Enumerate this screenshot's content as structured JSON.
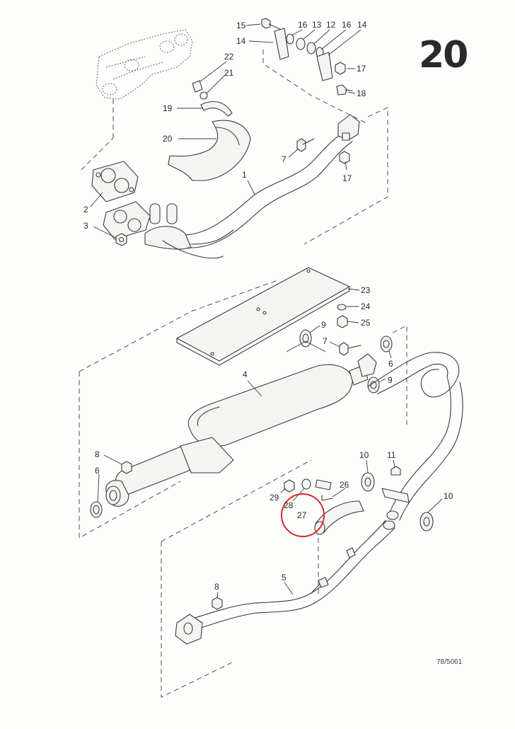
{
  "page_number": "20",
  "drawing_ref": "78/5061",
  "highlight_color": "#d9262b",
  "line_color": "#3a3a3a",
  "callouts": [
    {
      "id": "c15",
      "text": "15"
    },
    {
      "id": "c16a",
      "text": "16"
    },
    {
      "id": "c13",
      "text": "13"
    },
    {
      "id": "c12",
      "text": "12"
    },
    {
      "id": "c16b",
      "text": "16"
    },
    {
      "id": "c14a",
      "text": "14"
    },
    {
      "id": "c14b",
      "text": "14"
    },
    {
      "id": "c17a",
      "text": "17"
    },
    {
      "id": "c18",
      "text": "18"
    },
    {
      "id": "c22",
      "text": "22"
    },
    {
      "id": "c21",
      "text": "21"
    },
    {
      "id": "c19",
      "text": "19"
    },
    {
      "id": "c20",
      "text": "20"
    },
    {
      "id": "c7a",
      "text": "7"
    },
    {
      "id": "c17b",
      "text": "17"
    },
    {
      "id": "c1",
      "text": "1"
    },
    {
      "id": "c2",
      "text": "2"
    },
    {
      "id": "c3",
      "text": "3"
    },
    {
      "id": "c23",
      "text": "23"
    },
    {
      "id": "c24",
      "text": "24"
    },
    {
      "id": "c25",
      "text": "25"
    },
    {
      "id": "c9a",
      "text": "9"
    },
    {
      "id": "c7b",
      "text": "7"
    },
    {
      "id": "c6a",
      "text": "6"
    },
    {
      "id": "c9b",
      "text": "9"
    },
    {
      "id": "c4",
      "text": "4"
    },
    {
      "id": "c8a",
      "text": "8"
    },
    {
      "id": "c6b",
      "text": "6"
    },
    {
      "id": "c10a",
      "text": "10"
    },
    {
      "id": "c11",
      "text": "11"
    },
    {
      "id": "c10b",
      "text": "10"
    },
    {
      "id": "c26",
      "text": "26"
    },
    {
      "id": "c29",
      "text": "29"
    },
    {
      "id": "c28",
      "text": "28"
    },
    {
      "id": "c27",
      "text": "27"
    },
    {
      "id": "c5",
      "text": "5"
    },
    {
      "id": "c8b",
      "text": "8"
    }
  ]
}
